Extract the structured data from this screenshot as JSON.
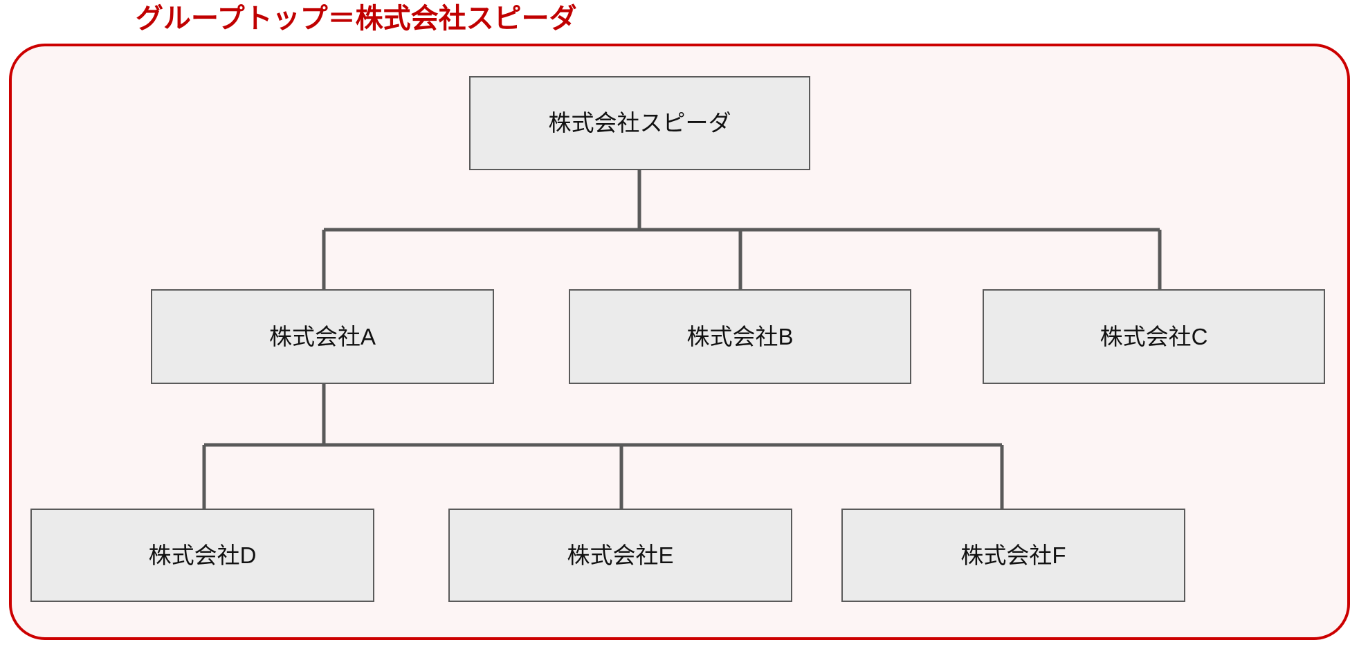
{
  "title": {
    "text": "グループトップ＝株式会社スピーダ",
    "color": "#c00000"
  },
  "container": {
    "border_color": "#cc0000",
    "fill_color": "#fdf5f5"
  },
  "node_style": {
    "fill": "#ebebeb",
    "border": "#5a5a5a",
    "text_color": "#111111"
  },
  "connector_color": "#595959",
  "chart_data": {
    "type": "diagram",
    "diagram_type": "organization-chart",
    "title": "グループトップ＝株式会社スピーダ",
    "nodes": [
      {
        "id": "root",
        "label": "株式会社スピーダ",
        "level": 0,
        "parent": null
      },
      {
        "id": "a",
        "label": "株式会社A",
        "level": 1,
        "parent": "root"
      },
      {
        "id": "b",
        "label": "株式会社B",
        "level": 1,
        "parent": "root"
      },
      {
        "id": "c",
        "label": "株式会社C",
        "level": 1,
        "parent": "root"
      },
      {
        "id": "d",
        "label": "株式会社D",
        "level": 2,
        "parent": "a"
      },
      {
        "id": "e",
        "label": "株式会社E",
        "level": 2,
        "parent": "a"
      },
      {
        "id": "f",
        "label": "株式会社F",
        "level": 2,
        "parent": "a"
      }
    ],
    "edges": [
      {
        "from": "root",
        "to": "a"
      },
      {
        "from": "root",
        "to": "b"
      },
      {
        "from": "root",
        "to": "c"
      },
      {
        "from": "a",
        "to": "d"
      },
      {
        "from": "a",
        "to": "e"
      },
      {
        "from": "a",
        "to": "f"
      }
    ]
  },
  "nodes": {
    "root": {
      "label": "株式会社スピーダ"
    },
    "a": {
      "label": "株式会社A"
    },
    "b": {
      "label": "株式会社B"
    },
    "c": {
      "label": "株式会社C"
    },
    "d": {
      "label": "株式会社D"
    },
    "e": {
      "label": "株式会社E"
    },
    "f": {
      "label": "株式会社F"
    }
  }
}
